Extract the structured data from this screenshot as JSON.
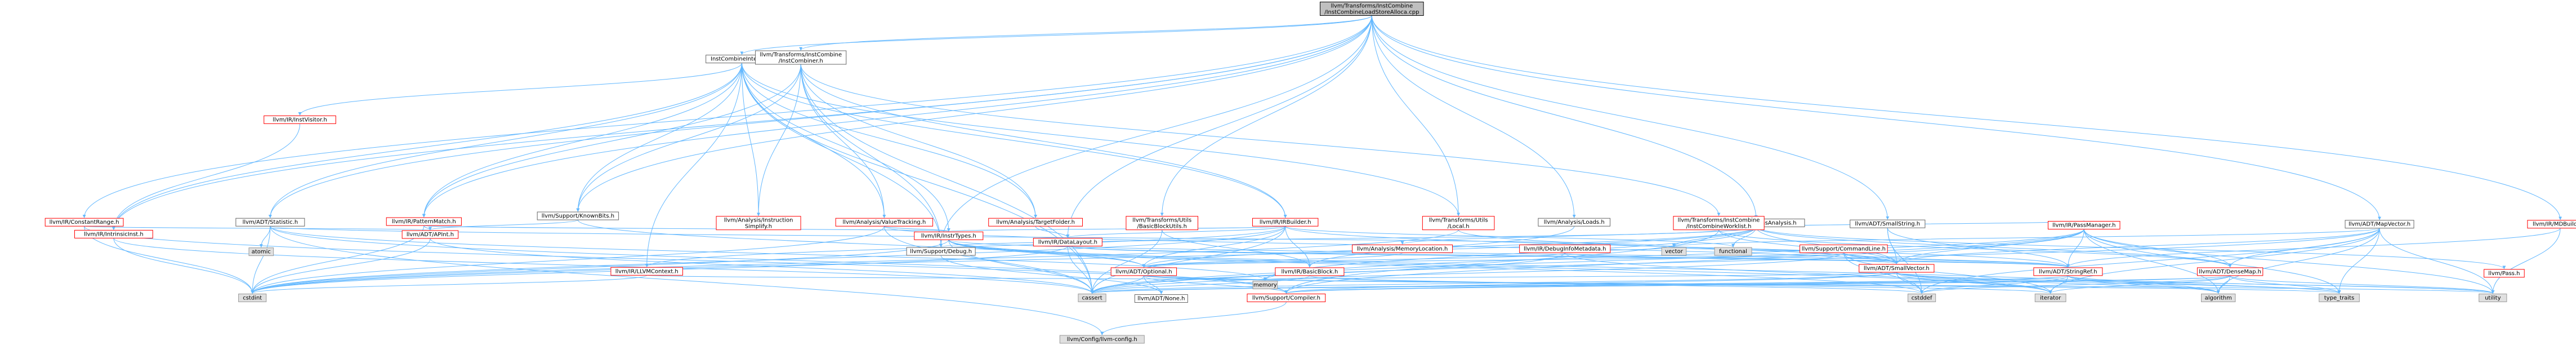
{
  "colors": {
    "edge": "#63b8ff",
    "red_border": "#ff0000",
    "gray_fill": "#e0e0e0",
    "root_fill": "#bfbfbf"
  },
  "nodes": [
    {
      "id": "root",
      "lines": [
        "llvm/Transforms/InstCombine",
        "/InstCombineLoadStoreAlloca.cpp"
      ],
      "kind": "root"
    },
    {
      "id": "icint",
      "lines": [
        "InstCombineInternal.h"
      ],
      "kind": "normal"
    },
    {
      "id": "iccomb",
      "lines": [
        "llvm/Transforms/InstCombine",
        "/InstCombiner.h"
      ],
      "kind": "normal"
    },
    {
      "id": "aa",
      "lines": [
        "llvm/Analysis/AliasAnalysis.h"
      ],
      "kind": "normal"
    },
    {
      "id": "mapvec",
      "lines": [
        "llvm/ADT/MapVector.h"
      ],
      "kind": "normal"
    },
    {
      "id": "smallstr",
      "lines": [
        "llvm/ADT/SmallString.h"
      ],
      "kind": "normal"
    },
    {
      "id": "loads",
      "lines": [
        "llvm/Analysis/Loads.h"
      ],
      "kind": "normal"
    },
    {
      "id": "stat",
      "lines": [
        "llvm/ADT/Statistic.h"
      ],
      "kind": "normal"
    },
    {
      "id": "knownbits",
      "lines": [
        "llvm/Support/KnownBits.h"
      ],
      "kind": "normal"
    },
    {
      "id": "debug",
      "lines": [
        "llvm/Support/Debug.h"
      ],
      "kind": "normal"
    },
    {
      "id": "none",
      "lines": [
        "llvm/ADT/None.h"
      ],
      "kind": "normal"
    },
    {
      "id": "atomic",
      "lines": [
        "atomic"
      ],
      "kind": "gray"
    },
    {
      "id": "cstdint",
      "lines": [
        "cstdint"
      ],
      "kind": "gray"
    },
    {
      "id": "cassert",
      "lines": [
        "cassert"
      ],
      "kind": "gray"
    },
    {
      "id": "memory",
      "lines": [
        "memory"
      ],
      "kind": "gray"
    },
    {
      "id": "vector",
      "lines": [
        "vector"
      ],
      "kind": "gray"
    },
    {
      "id": "functional",
      "lines": [
        "functional"
      ],
      "kind": "gray"
    },
    {
      "id": "cstddef",
      "lines": [
        "cstddef"
      ],
      "kind": "gray"
    },
    {
      "id": "iterator",
      "lines": [
        "iterator"
      ],
      "kind": "gray"
    },
    {
      "id": "algorithm",
      "lines": [
        "algorithm"
      ],
      "kind": "gray"
    },
    {
      "id": "typetraits",
      "lines": [
        "type_traits"
      ],
      "kind": "gray"
    },
    {
      "id": "utility",
      "lines": [
        "utility"
      ],
      "kind": "gray"
    },
    {
      "id": "llvmconfig",
      "lines": [
        "llvm/Config/llvm-config.h"
      ],
      "kind": "gray"
    },
    {
      "id": "instvisitor",
      "lines": [
        "llvm/IR/InstVisitor.h"
      ],
      "kind": "red"
    },
    {
      "id": "constrange",
      "lines": [
        "llvm/IR/ConstantRange.h"
      ],
      "kind": "red"
    },
    {
      "id": "intrinsicinst",
      "lines": [
        "llvm/IR/IntrinsicInst.h"
      ],
      "kind": "red"
    },
    {
      "id": "patmatch",
      "lines": [
        "llvm/IR/PatternMatch.h"
      ],
      "kind": "red"
    },
    {
      "id": "apint",
      "lines": [
        "llvm/ADT/APInt.h"
      ],
      "kind": "red"
    },
    {
      "id": "instsimp",
      "lines": [
        "llvm/Analysis/Instruction",
        "Simplify.h"
      ],
      "kind": "red"
    },
    {
      "id": "valtrack",
      "lines": [
        "llvm/Analysis/ValueTracking.h"
      ],
      "kind": "red"
    },
    {
      "id": "tgtfold",
      "lines": [
        "llvm/Analysis/TargetFolder.h"
      ],
      "kind": "red"
    },
    {
      "id": "bbutils",
      "lines": [
        "llvm/Transforms/Utils",
        "/BasicBlockUtils.h"
      ],
      "kind": "red"
    },
    {
      "id": "irbuilder",
      "lines": [
        "llvm/IR/IRBuilder.h"
      ],
      "kind": "red"
    },
    {
      "id": "local",
      "lines": [
        "llvm/Transforms/Utils",
        "/Local.h"
      ],
      "kind": "red"
    },
    {
      "id": "memloc",
      "lines": [
        "llvm/Analysis/MemoryLocation.h"
      ],
      "kind": "red"
    },
    {
      "id": "dbginfo",
      "lines": [
        "llvm/IR/DebugInfoMetadata.h"
      ],
      "kind": "red"
    },
    {
      "id": "icworklist",
      "lines": [
        "llvm/Transforms/InstCombine",
        "/InstCombineWorklist.h"
      ],
      "kind": "red"
    },
    {
      "id": "cmdline",
      "lines": [
        "llvm/Support/CommandLine.h"
      ],
      "kind": "red"
    },
    {
      "id": "passmgr",
      "lines": [
        "llvm/IR/PassManager.h"
      ],
      "kind": "red"
    },
    {
      "id": "mdbuilder",
      "lines": [
        "llvm/IR/MDBuilder.h"
      ],
      "kind": "red"
    },
    {
      "id": "instrtypes",
      "lines": [
        "llvm/IR/InstrTypes.h"
      ],
      "kind": "red"
    },
    {
      "id": "datalayout",
      "lines": [
        "llvm/IR/DataLayout.h"
      ],
      "kind": "red"
    },
    {
      "id": "llvmcontext",
      "lines": [
        "llvm/IR/LLVMContext.h"
      ],
      "kind": "red"
    },
    {
      "id": "optional",
      "lines": [
        "llvm/ADT/Optional.h"
      ],
      "kind": "red"
    },
    {
      "id": "basicblock",
      "lines": [
        "llvm/IR/BasicBlock.h"
      ],
      "kind": "red"
    },
    {
      "id": "smallvec",
      "lines": [
        "llvm/ADT/SmallVector.h"
      ],
      "kind": "red"
    },
    {
      "id": "stringref",
      "lines": [
        "llvm/ADT/StringRef.h"
      ],
      "kind": "red"
    },
    {
      "id": "densemap",
      "lines": [
        "llvm/ADT/DenseMap.h"
      ],
      "kind": "red"
    },
    {
      "id": "pass",
      "lines": [
        "llvm/Pass.h"
      ],
      "kind": "red"
    },
    {
      "id": "compiler",
      "lines": [
        "llvm/Support/Compiler.h"
      ],
      "kind": "red"
    }
  ]
}
